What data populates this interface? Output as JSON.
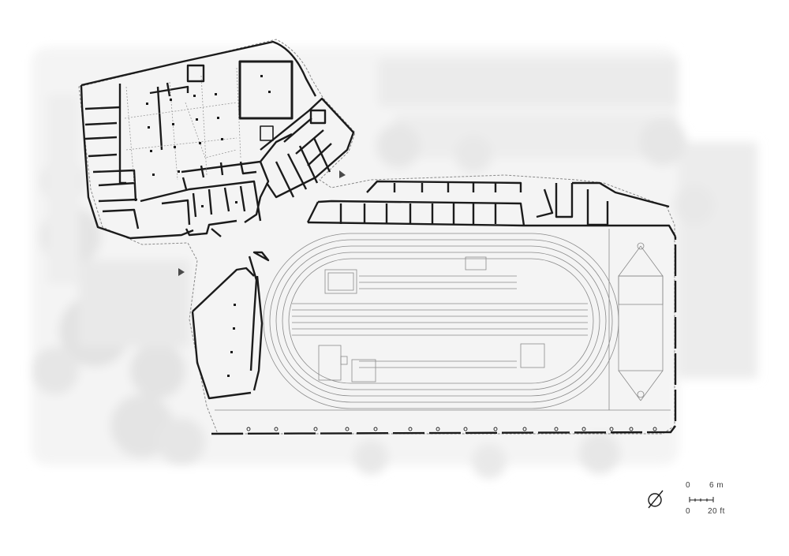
{
  "legend": {
    "north_icon": "north-arrow-icon",
    "scale_metric_zero": "0",
    "scale_metric_value": "6 m",
    "scale_imperial_zero": "0",
    "scale_imperial_value": "20 ft"
  },
  "colors": {
    "background": "#ffffff",
    "context": "#ececec",
    "wall": "#1b1b1b",
    "fine_line": "#9a9a9a"
  }
}
